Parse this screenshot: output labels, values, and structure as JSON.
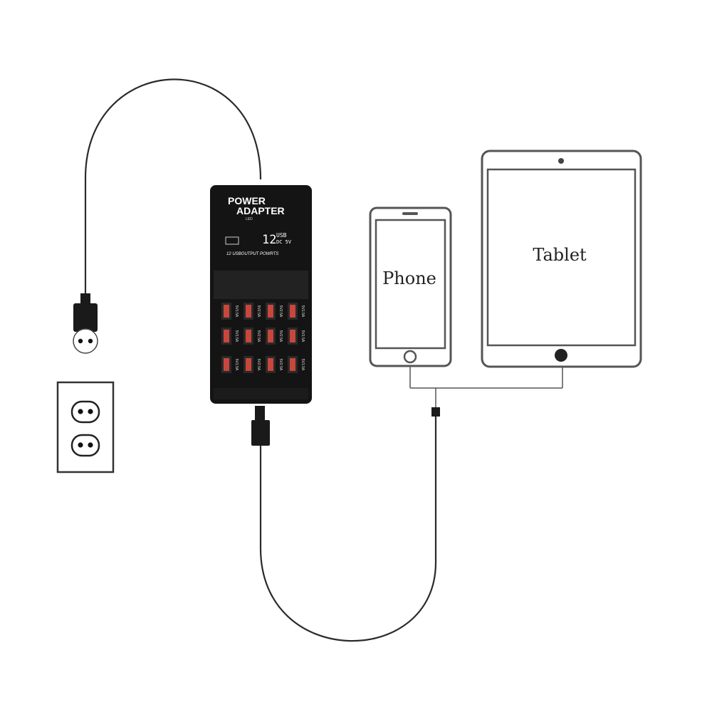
{
  "adapter": {
    "title_line1": "POWER",
    "title_line2": "ADAPTER",
    "led_label": "LED",
    "display_number": "12",
    "display_unit": "USB",
    "display_voltage": "DC 5V",
    "ports_caption": "12 USBOUTPUT POWRTS",
    "port_labels": [
      "5V1.5A",
      "5V2.5A",
      "5V2.5A",
      "5V1.5A"
    ],
    "port_color": "#c8463c",
    "body_color": "#141414"
  },
  "devices": {
    "phone_label": "Phone",
    "tablet_label": "Tablet"
  },
  "colors": {
    "line": "#2a2a2a",
    "outline": "#555555"
  }
}
